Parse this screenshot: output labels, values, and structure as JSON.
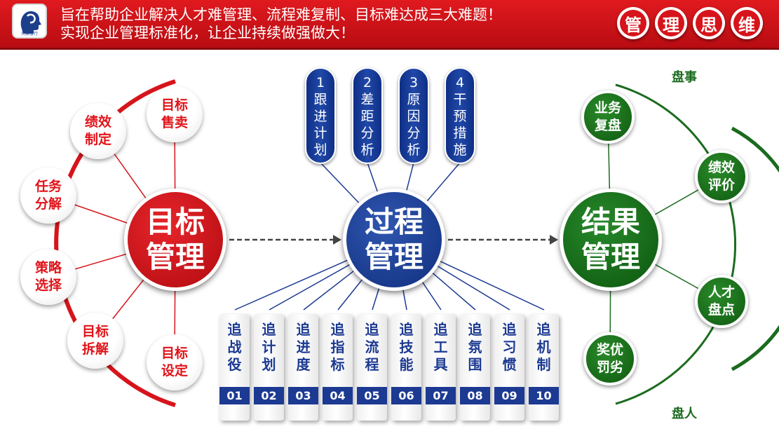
{
  "header": {
    "logo_text": "头脑慢行",
    "slogan_line1": "旨在帮助企业解决人才难管理、流程难复制、目标难达成三大难题！",
    "slogan_line2": "实现企业管理标准化，让企业持续做强做大！",
    "badges": [
      "管",
      "理",
      "思",
      "维"
    ]
  },
  "goal": {
    "center": [
      "目标",
      "管理"
    ],
    "items": [
      {
        "lines": [
          "目标",
          "售卖"
        ]
      },
      {
        "lines": [
          "绩效",
          "制定"
        ]
      },
      {
        "lines": [
          "任务",
          "分解"
        ]
      },
      {
        "lines": [
          "策略",
          "选择"
        ]
      },
      {
        "lines": [
          "目标",
          "拆解"
        ]
      },
      {
        "lines": [
          "目标",
          "设定"
        ]
      }
    ]
  },
  "process": {
    "center": [
      "过程",
      "管理"
    ],
    "steps": [
      {
        "num": "1",
        "text": [
          "跟",
          "进",
          "计",
          "划"
        ]
      },
      {
        "num": "2",
        "text": [
          "差",
          "距",
          "分",
          "析"
        ]
      },
      {
        "num": "3",
        "text": [
          "原",
          "因",
          "分",
          "析"
        ]
      },
      {
        "num": "4",
        "text": [
          "干",
          "预",
          "措",
          "施"
        ]
      }
    ],
    "tracks": [
      {
        "text": [
          "追",
          "战",
          "役"
        ],
        "num": "01"
      },
      {
        "text": [
          "追",
          "计",
          "划"
        ],
        "num": "02"
      },
      {
        "text": [
          "追",
          "进",
          "度"
        ],
        "num": "03"
      },
      {
        "text": [
          "追",
          "指",
          "标"
        ],
        "num": "04"
      },
      {
        "text": [
          "追",
          "流",
          "程"
        ],
        "num": "05"
      },
      {
        "text": [
          "追",
          "技",
          "能"
        ],
        "num": "06"
      },
      {
        "text": [
          "追",
          "工",
          "具"
        ],
        "num": "07"
      },
      {
        "text": [
          "追",
          "氛",
          "围"
        ],
        "num": "08"
      },
      {
        "text": [
          "追",
          "习",
          "惯"
        ],
        "num": "09"
      },
      {
        "text": [
          "追",
          "机",
          "制"
        ],
        "num": "10"
      }
    ]
  },
  "result": {
    "center": [
      "结果",
      "管理"
    ],
    "label_top": "盘事",
    "label_bottom": "盘人",
    "items": [
      {
        "lines": [
          "业务",
          "复盘"
        ]
      },
      {
        "lines": [
          "绩效",
          "评价"
        ]
      },
      {
        "lines": [
          "人才",
          "盘点"
        ]
      },
      {
        "lines": [
          "奖优",
          "罚劣"
        ]
      }
    ]
  },
  "colors": {
    "red": "#d7141b",
    "blue": "#1c3a92",
    "green": "#1b6b1e"
  }
}
